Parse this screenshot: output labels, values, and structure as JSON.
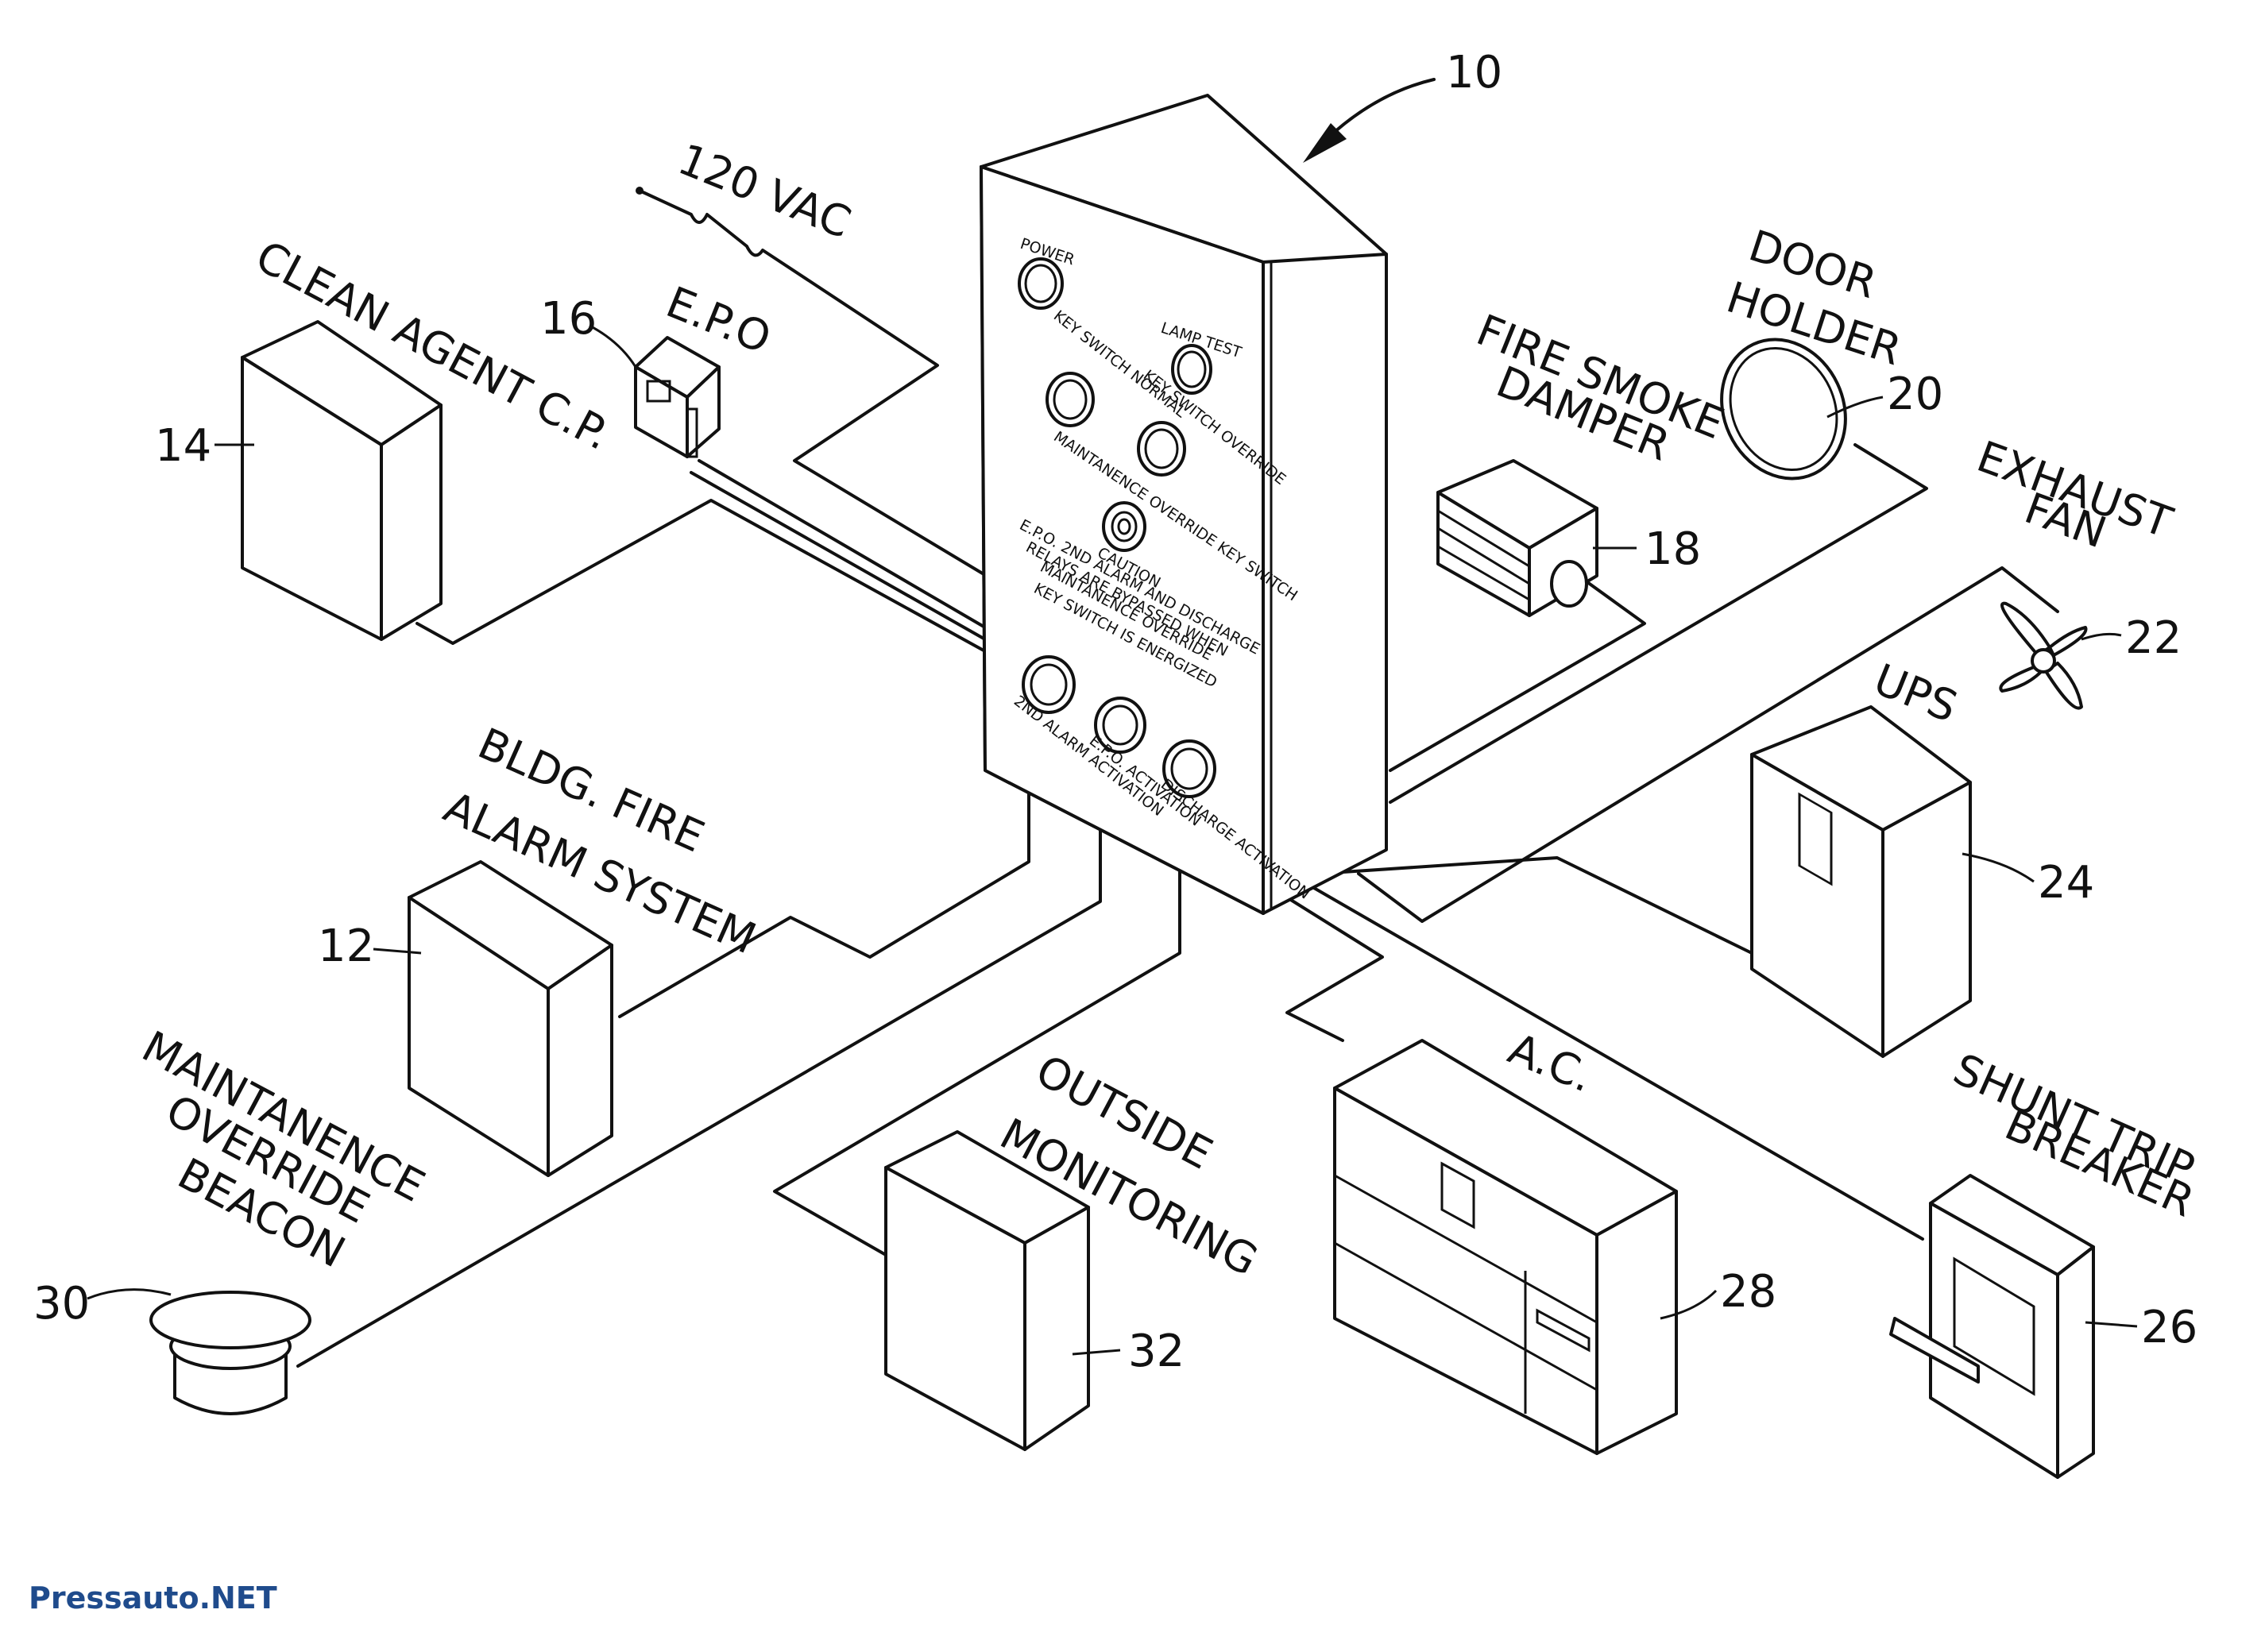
{
  "watermark": "Pressauto.NET",
  "controller": {
    "ref": "10",
    "labels": {
      "power": "POWER",
      "lamp_test": "LAMP TEST",
      "key_switch_normal": "KEY SWITCH NORMAL",
      "key_switch_override": "KEY SWITCH OVERRIDE",
      "maint_override_key_switch": "MAINTANENCE OVERRIDE KEY SWITCH",
      "caution_title": "CAUTION",
      "caution_body": [
        "E.P.O. 2ND ALARM AND DISCHARGE",
        "RELAYS ARE BYPASSED WHEN",
        "MAINTANENCE OVERRIDE",
        "KEY SWITCH IS ENERGIZED"
      ],
      "second_alarm": "2ND ALARM ACTIVATION",
      "epo_activation": "E.P.O. ACTIVATION",
      "discharge_activation": "DISCHARGE ACTIVATION"
    }
  },
  "components": {
    "clean_agent": {
      "label": [
        "CLEAN AGENT C.P."
      ],
      "ref": "14"
    },
    "epo": {
      "label": [
        "E.P.O"
      ],
      "ref": "16"
    },
    "power_source": {
      "label": [
        "120 VAC"
      ]
    },
    "door_holder": {
      "label": [
        "DOOR",
        "HOLDER"
      ],
      "ref": "20"
    },
    "fire_smoke_damper": {
      "label": [
        "FIRE SMOKE",
        "DAMPER"
      ],
      "ref": "18"
    },
    "exhaust_fan": {
      "label": [
        "EXHAUST",
        "FAN"
      ],
      "ref": "22"
    },
    "ups": {
      "label": [
        "UPS"
      ],
      "ref": "24"
    },
    "bldg_fire_alarm": {
      "label": [
        "BLDG. FIRE",
        "ALARM SYSTEM"
      ],
      "ref": "12"
    },
    "maintenance_beacon": {
      "label": [
        "MAINTANENCE",
        "OVERRIDE",
        "BEACON"
      ],
      "ref": "30"
    },
    "outside_monitoring": {
      "label": [
        "OUTSIDE",
        "MONITORING"
      ],
      "ref": "32"
    },
    "ac": {
      "label": [
        "A.C."
      ],
      "ref": "28"
    },
    "shunt_trip": {
      "label": [
        "SHUNT TRIP",
        "BREAKER"
      ],
      "ref": "26"
    }
  }
}
